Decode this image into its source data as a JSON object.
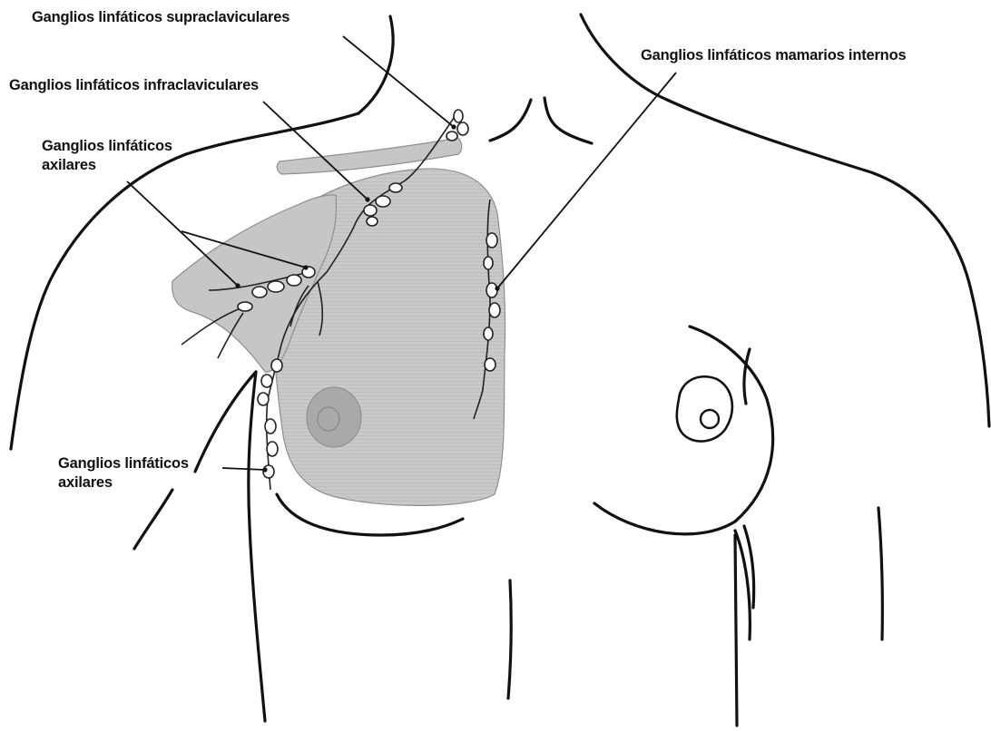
{
  "labels": {
    "supraclavicular": "Ganglios linfáticos supraclaviculares",
    "infraclavicular": "Ganglios linfáticos infraclaviculares",
    "axillary_upper": {
      "line1": "Ganglios linfáticos",
      "line2": "axilares"
    },
    "internal_mammary": "Ganglios linfáticos mamarios internos",
    "axillary_lower": {
      "line1": "Ganglios linfáticos",
      "line2": "axilares"
    }
  },
  "colors": {
    "line": "#111111",
    "shade": "#c6c6c6",
    "shade_dark": "#a9a9a9",
    "node_fill": "#ffffff"
  }
}
